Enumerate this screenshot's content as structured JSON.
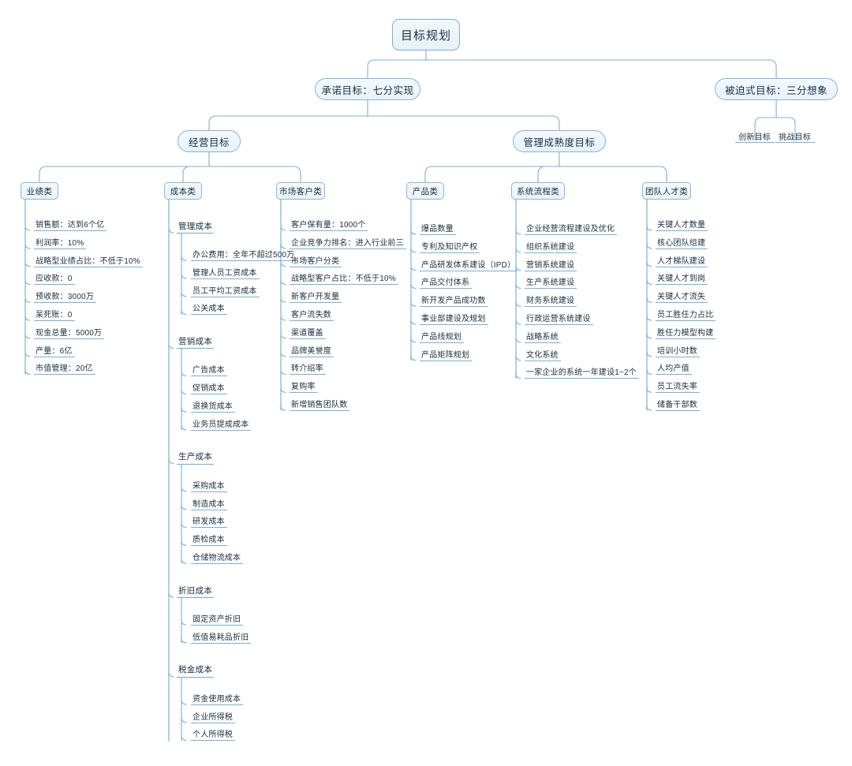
{
  "diagram": {
    "title": "目标规划",
    "type": "mind-map",
    "accent_color": "#7aaedb",
    "node_fill": "#eef4fa",
    "line_color": "#7bb0d8",
    "text_color": "#14304a",
    "background": "#ffffff"
  },
  "root": {
    "label": "目标规划"
  },
  "level2": {
    "commit": {
      "label": "承诺目标：七分实现"
    },
    "forced": {
      "label": "被迫式目标：三分想象"
    }
  },
  "forced_children": [
    {
      "label": "创新目标"
    },
    {
      "label": "挑战目标"
    }
  ],
  "level3": {
    "business": {
      "label": "经营目标"
    },
    "management": {
      "label": "管理成熟度目标"
    }
  },
  "categories": {
    "performance": {
      "label": "业绩类"
    },
    "cost": {
      "label": "成本类"
    },
    "market": {
      "label": "市场客户类"
    },
    "product": {
      "label": "产品类"
    },
    "system": {
      "label": "系统流程类"
    },
    "team": {
      "label": "团队人才类"
    }
  },
  "performance_items": [
    {
      "label": "销售额：达到6个亿"
    },
    {
      "label": "利润率：10%"
    },
    {
      "label": "战略型业绩占比：不低于10%"
    },
    {
      "label": "应收款：0"
    },
    {
      "label": "预收款：3000万"
    },
    {
      "label": "呆死账：0"
    },
    {
      "label": "现金总量：5000万"
    },
    {
      "label": "产量：6亿"
    },
    {
      "label": "市值管理：20亿"
    }
  ],
  "cost_groups": [
    {
      "label": "管理成本",
      "items": [
        {
          "label": "办公费用：全年不超过500万"
        },
        {
          "label": "管理人员工资成本"
        },
        {
          "label": "员工平均工资成本"
        },
        {
          "label": "公关成本"
        }
      ]
    },
    {
      "label": "营销成本",
      "items": [
        {
          "label": "广告成本"
        },
        {
          "label": "促销成本"
        },
        {
          "label": "退换货成本"
        },
        {
          "label": "业务员提成成本"
        }
      ]
    },
    {
      "label": "生产成本",
      "items": [
        {
          "label": "采购成本"
        },
        {
          "label": "制造成本"
        },
        {
          "label": "研发成本"
        },
        {
          "label": "质检成本"
        },
        {
          "label": "仓储物流成本"
        }
      ]
    },
    {
      "label": "折旧成本",
      "items": [
        {
          "label": "固定资产折旧"
        },
        {
          "label": "低值易耗品折旧"
        }
      ]
    },
    {
      "label": "税金成本",
      "items": [
        {
          "label": "资金使用成本"
        },
        {
          "label": "企业所得税"
        },
        {
          "label": "个人所得税"
        }
      ]
    }
  ],
  "market_items": [
    {
      "label": "客户保有量：1000个"
    },
    {
      "label": "企业竞争力排名：进入行业前三"
    },
    {
      "label": "市场客户分类"
    },
    {
      "label": "战略型客户占比：不低于10%"
    },
    {
      "label": "新客户开发量"
    },
    {
      "label": "客户流失数"
    },
    {
      "label": "渠道覆盖"
    },
    {
      "label": "品牌美誉度"
    },
    {
      "label": "转介绍率"
    },
    {
      "label": "复购率"
    },
    {
      "label": "新增销售团队数"
    }
  ],
  "product_items": [
    {
      "label": "爆品数量"
    },
    {
      "label": "专利及知识产权"
    },
    {
      "label": "产品研发体系建设（IPD）"
    },
    {
      "label": "产品交付体系"
    },
    {
      "label": "新开发产品成功数"
    },
    {
      "label": "事业部建设及规划"
    },
    {
      "label": "产品线规划"
    },
    {
      "label": "产品矩阵规划"
    }
  ],
  "system_items": [
    {
      "label": "企业经营流程建设及优化"
    },
    {
      "label": "组织系统建设"
    },
    {
      "label": "营销系统建设"
    },
    {
      "label": "生产系统建设"
    },
    {
      "label": "财务系统建设"
    },
    {
      "label": "行政运营系统建设"
    },
    {
      "label": "战略系统"
    },
    {
      "label": "文化系统"
    },
    {
      "label": "一家企业的系统一年建设1~2个"
    }
  ],
  "team_items": [
    {
      "label": "关键人才数量"
    },
    {
      "label": "核心团队组建"
    },
    {
      "label": "人才梯队建设"
    },
    {
      "label": "关键人才到岗"
    },
    {
      "label": "关键人才流失"
    },
    {
      "label": "员工胜任力占比"
    },
    {
      "label": "胜任力模型构建"
    },
    {
      "label": "培训小时数"
    },
    {
      "label": "人均产值"
    },
    {
      "label": "员工流失率"
    },
    {
      "label": "储备干部数"
    }
  ]
}
